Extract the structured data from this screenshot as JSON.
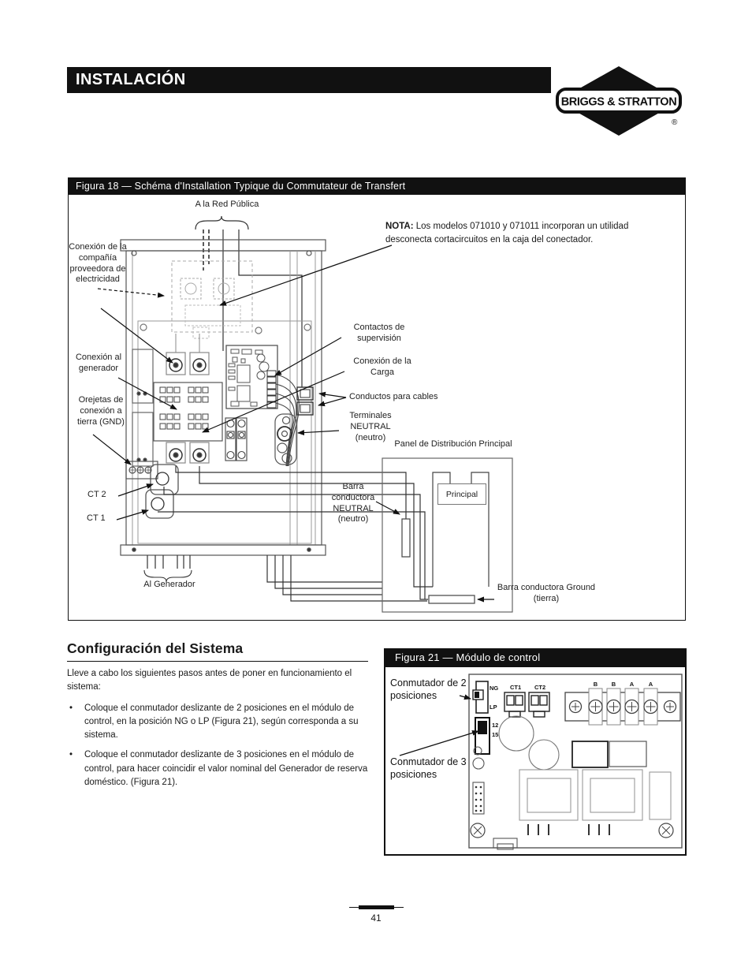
{
  "page": {
    "header_title": "INSTALACIÓN",
    "page_number": "41"
  },
  "logo": {
    "brand": "BRIGGS & STRATTON",
    "registered": "®"
  },
  "figura18": {
    "title": "Figura 18 — Schéma d'Installation Typique du Commutateur de Transfert",
    "nota_bold": "NOTA:",
    "nota_text": " Los modelos 071010 y 071011 incorporan un utilidad desconecta cortacircuitos en la caja del conectador.",
    "labels": {
      "red_publica": "A la Red Pública",
      "conexion_compania": "Conexión de la compañía proveedora de electricidad",
      "conexion_generador": "Conexión al generador",
      "orejetas": "Orejetas de conexión a tierra (GND)",
      "ct2": "CT 2",
      "ct1": "CT 1",
      "contactos": "Contactos de supervisión",
      "conexion_carga": "Conexión de la Carga",
      "conductos": "Conductos para cables",
      "terminales": "Terminales NEUTRAL (neutro)",
      "panel": "Panel de Distribución Principal",
      "principal": "Principal",
      "barra_neutral": "Barra conductora NEUTRAL (neutro)",
      "barra_ground": "Barra conductora Ground (tierra)",
      "al_generador": "Al Generador"
    }
  },
  "config_section": {
    "heading": "Configuración del Sistema",
    "intro": "Lleve a cabo los siguientes pasos antes de poner en funcionamiento el sistema:",
    "bullet_marker": "•",
    "bullets": [
      "Coloque el conmutador deslizante de 2 posiciones en el módulo de control, en la posición NG o LP (Figura 21), según corresponda a su sistema.",
      "Coloque el conmutador deslizante de 3 posiciones en el módulo de control, para hacer coincidir el valor nominal del Generador de reserva doméstico. (Figura 21)."
    ]
  },
  "figura21": {
    "title": "Figura 21 — Módulo de control",
    "label_switch2": "Conmutador de 2 posiciones",
    "label_switch3": "Conmutador de 3 posiciones",
    "board": {
      "sw2_top": "NG",
      "sw2_bottom": "LP",
      "sw3_top": "12",
      "sw3_bottom": "15",
      "ct1": "CT1",
      "ct2": "CT2",
      "terminals": [
        "B",
        "B",
        "A",
        "A"
      ]
    }
  }
}
